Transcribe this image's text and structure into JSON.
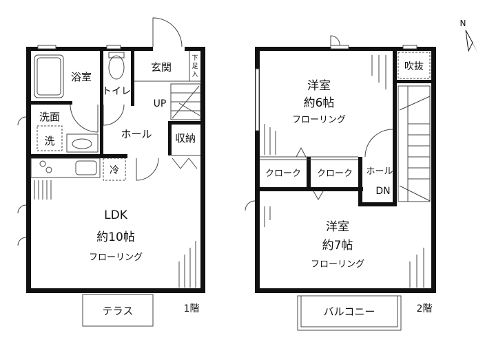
{
  "floor1": {
    "label": "1階",
    "rooms": {
      "bath": "浴室",
      "toilet": "トイレ",
      "entrance": "玄関",
      "shoe_storage": [
        "下",
        "足",
        "入"
      ],
      "stairs_up": "UP",
      "washroom": "洗面",
      "washer": "洗",
      "hall": "ホール",
      "storage": "収納",
      "fridge": "冷",
      "ldk": "LDK",
      "ldk_size": "約10帖",
      "ldk_floor": "フローリング"
    },
    "terrace": "テラス"
  },
  "floor2": {
    "label": "2階",
    "rooms": {
      "western1": "洋室",
      "western1_size": "約6帖",
      "western1_floor": "フローリング",
      "void": "吹抜",
      "closet1": "クローク",
      "closet2": "クローク",
      "hall": "ホール",
      "stairs_down": "DN",
      "western2": "洋室",
      "western2_size": "約7帖",
      "western2_floor": "フローリング"
    },
    "balcony": "バルコニー"
  },
  "compass": {
    "label": "N"
  }
}
